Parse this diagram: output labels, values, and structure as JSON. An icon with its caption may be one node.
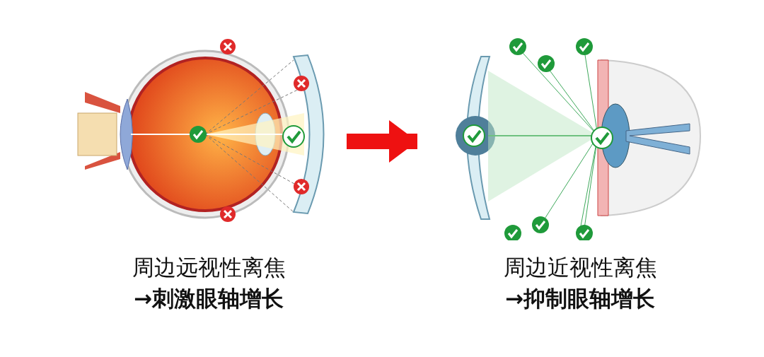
{
  "diagram": {
    "nodes": [
      {
        "text": [
          "周边远视性离焦",
          "→刺激眼轴增长"
        ]
      },
      {
        "text": [
          "周边近视性离焦",
          "→抑制眼轴增长"
        ]
      }
    ],
    "edges": [
      {
        "from": 0,
        "to": 1,
        "arrow": "to",
        "color": "#ee1111"
      }
    ]
  }
}
